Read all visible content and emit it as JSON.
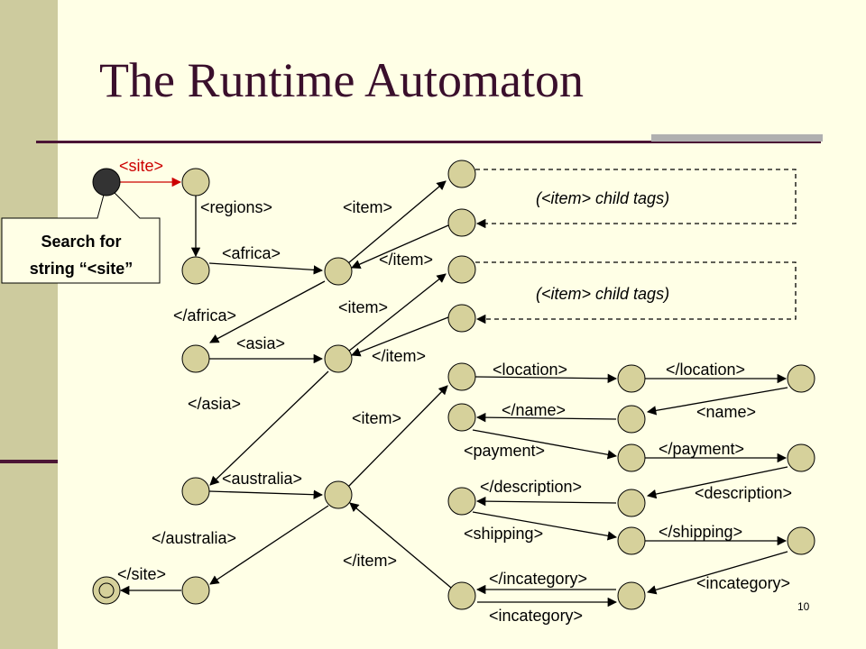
{
  "slide": {
    "title": "The Runtime Automaton",
    "page_number": "10"
  },
  "colors": {
    "background": "#FFFFE6",
    "left_bar": "#CDCB9E",
    "node_fill": "#D6D19B",
    "title_text": "#3A0F2C",
    "accent_red": "#CC0000"
  },
  "callout": {
    "line1": "Search for",
    "line2": "string “<site”"
  },
  "labels": {
    "site_open": "<site>",
    "regions_open": "<regions>",
    "africa_open": "<africa>",
    "africa_close": "</africa>",
    "asia_open": "<asia>",
    "asia_close": "</asia>",
    "australia_open": "<australia>",
    "australia_close": "</australia>",
    "site_close": "</site>",
    "item_open_1": "<item>",
    "item_close_1": "</item>",
    "item_open_2": "<item>",
    "item_close_2": "</item>",
    "item_open_3": "<item>",
    "item_close_3": "</item>",
    "child_tags_1": "(<item> child tags)",
    "child_tags_2": "(<item> child tags)",
    "location_open": "<location>",
    "location_close": "</location>",
    "name_open": "<name>",
    "name_close": "</name>",
    "payment_open": "<payment>",
    "payment_close": "</payment>",
    "description_open": "<description>",
    "description_close": "</description>",
    "shipping_open": "<shipping>",
    "shipping_close": "</shipping>",
    "incategory_open_1": "<incategory>",
    "incategory_close": "</incategory>",
    "incategory_open_2": "<incategory>"
  }
}
